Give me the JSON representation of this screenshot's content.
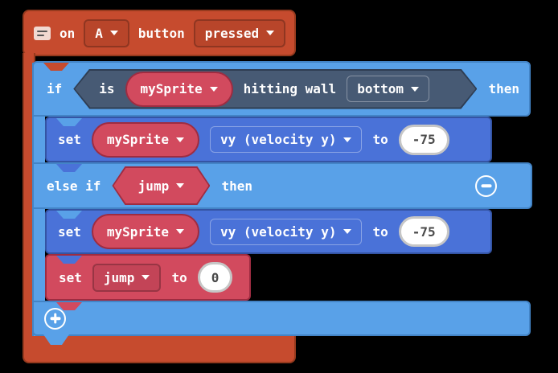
{
  "colors": {
    "workspace_bg": "#000000",
    "event_block": "#c64b2e",
    "event_border": "#963a1e",
    "logic_block": "#59a1e8",
    "logic_border": "#4384c6",
    "sprite_block": "#4a72d8",
    "sprite_border": "#3454a4",
    "boolean_block": "#475a74",
    "boolean_border": "#2f3d52",
    "variable_block": "#d24a5e",
    "variable_border": "#9e2c41",
    "number_text": "#4a4a4a",
    "number_border": "#c6c6c6"
  },
  "event_block": {
    "comment_icon": "comment-icon",
    "label_on": "on",
    "button_dropdown_value": "A",
    "label_button": "button",
    "pressed_dropdown_value": "pressed"
  },
  "if_block": {
    "label_if": "if",
    "label_then": "then",
    "label_else_if": "else if",
    "label_then_2": "then",
    "condition": {
      "label_is": "is",
      "sprite_dropdown_value": "mySprite",
      "label_hitting_wall": "hitting wall",
      "wall_dropdown_value": "bottom"
    },
    "else_condition": {
      "variable_dropdown_value": "jump"
    },
    "collapse_button_icon": "minus-circle-icon",
    "expand_button_icon": "plus-circle-icon"
  },
  "set_velocity_1": {
    "label_set": "set",
    "sprite_dropdown_value": "mySprite",
    "property_dropdown_value": "vy (velocity y)",
    "label_to": "to",
    "value": "-75"
  },
  "set_velocity_2": {
    "label_set": "set",
    "sprite_dropdown_value": "mySprite",
    "property_dropdown_value": "vy (velocity y)",
    "label_to": "to",
    "value": "-75"
  },
  "set_jump": {
    "label_set": "set",
    "variable_dropdown_value": "jump",
    "label_to": "to",
    "value": "0"
  }
}
